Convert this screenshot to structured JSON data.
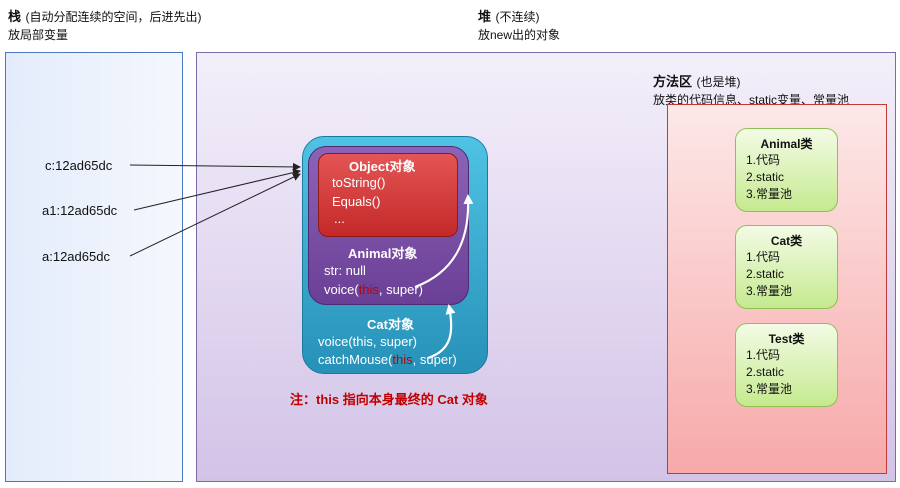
{
  "stack": {
    "title": "栈",
    "title_note": "(自动分配连续的空间，后进先出)",
    "subtitle": "放局部变量",
    "vars": [
      "c:12ad65dc",
      "a1:12ad65dc",
      "a:12ad65dc"
    ]
  },
  "heap": {
    "title": "堆",
    "title_note": "(不连续)",
    "subtitle": "放new出的对象",
    "object": {
      "title": "Object对象",
      "methods": [
        "toString()",
        "Equals()",
        "..."
      ]
    },
    "animal": {
      "title": "Animal对象",
      "field": "str: null",
      "method_pre": "voice(",
      "method_this": "this",
      "method_post": ", super)"
    },
    "cat": {
      "title": "Cat对象",
      "method1": "voice(this, super)",
      "method2_pre": "catchMouse(",
      "method2_this": "this",
      "method2_post": ", super)"
    },
    "note": "注：this 指向本身最终的 Cat 对象"
  },
  "method_area": {
    "title": "方法区",
    "title_note": "(也是堆)",
    "subtitle": "放类的代码信息、static变量、常量池",
    "classes": [
      {
        "name": "Animal类",
        "items": [
          "1.代码",
          "2.static",
          "3.常量池"
        ]
      },
      {
        "name": "Cat类",
        "items": [
          "1.代码",
          "2.static",
          "3.常量池"
        ]
      },
      {
        "name": "Test类",
        "items": [
          "1.代码",
          "2.static",
          "3.常量池"
        ]
      }
    ]
  },
  "colors": {
    "stack_border": "#4a78c0",
    "heap_bg": "#d3c3e7",
    "method_bg": "#f7a9a9",
    "cat_box": "#2791b8",
    "animal_box": "#6a3f96",
    "object_box": "#c42929",
    "class_card": "#c5ea8f",
    "this_highlight": "#c00000"
  }
}
